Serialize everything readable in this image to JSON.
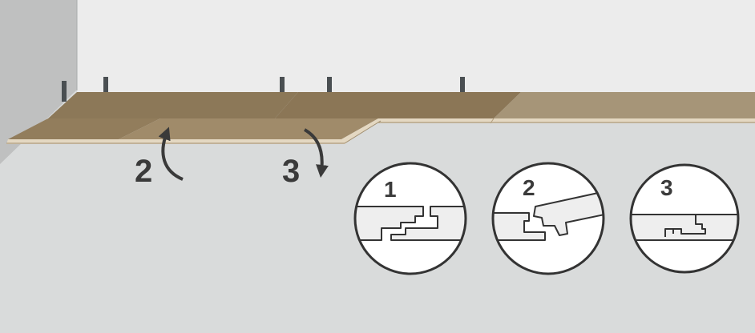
{
  "step_labels": {
    "step2": "2",
    "step3": "3"
  },
  "detail_circles": [
    {
      "label": "1"
    },
    {
      "label": "2"
    },
    {
      "label": "3"
    }
  ],
  "colors": {
    "wall": "#ececec",
    "left_wall": "#bfc0c0",
    "floor": "#d9dbdb",
    "board_dark": "#8c7858",
    "board_light": "#a69578",
    "board_edge": "#e4d8c2",
    "spacer": "#4a4f52",
    "outline": "#333333",
    "arrow": "#3a3a3a"
  }
}
